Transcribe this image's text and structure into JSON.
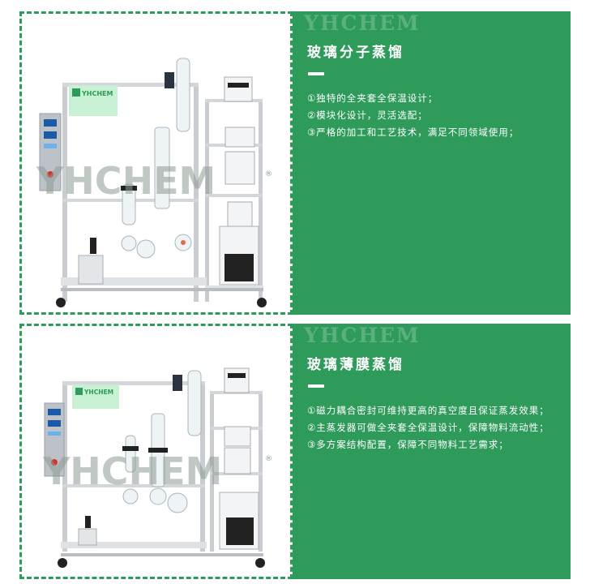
{
  "watermark": {
    "brand": "YHCHEM",
    "registered": "®",
    "panel_text": "YHCHEM"
  },
  "colors": {
    "brand_green": "#2e9b5a",
    "frame_silver": "#c9ccd0",
    "glass": "#eef3f6",
    "watermark_gray": "#8d9a94"
  },
  "products": [
    {
      "title": "玻璃分子蒸馏",
      "features": [
        "①独特的全夹套全保温设计；",
        "②模块化设计，灵活选配；",
        "③严格的加工和工艺技术，满足不同领域使用；"
      ]
    },
    {
      "title": "玻璃薄膜蒸馏",
      "features": [
        "①磁力耦合密封可维持更高的真空度且保证蒸发效果；",
        "②主蒸发器可做全夹套全保温设计，保障物料流动性；",
        "③多方案结构配置，保障不同物料工艺需求；"
      ]
    }
  ]
}
